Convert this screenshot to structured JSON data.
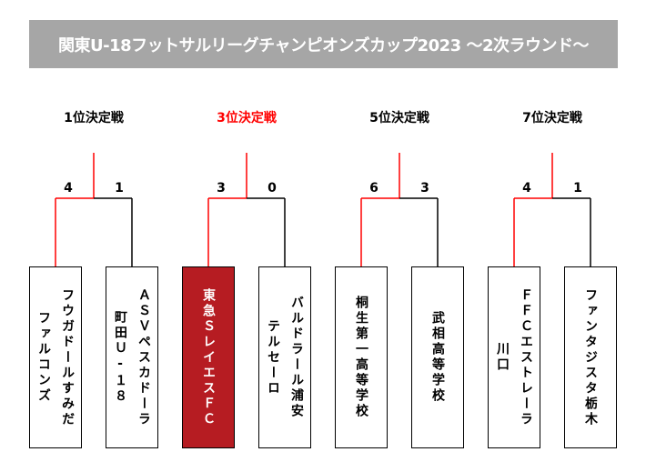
{
  "title": "関東U-18フットサルリーグチャンピオンズカップ2023 ～2次ラウンド～",
  "colors": {
    "winner_line": "#ff0000",
    "winner_box": "#b61c22",
    "title_bg": "#a6a6a6"
  },
  "matches": [
    {
      "heading": "1位決定戦",
      "highlight": false,
      "scores": [
        "4",
        "1"
      ],
      "winner": 0,
      "teams": [
        "フウガドールすみだ\nファルコンズ",
        "ＡＳＶペスカドーラ\n町田Ｕ-１８"
      ],
      "highlight_team": -1
    },
    {
      "heading": "3位決定戦",
      "highlight": true,
      "scores": [
        "3",
        "0"
      ],
      "winner": 0,
      "teams": [
        "東急ＳレイエスＦＣ",
        "バルドラール浦安\nテルセーロ"
      ],
      "highlight_team": 0
    },
    {
      "heading": "5位決定戦",
      "highlight": false,
      "scores": [
        "6",
        "3"
      ],
      "winner": 0,
      "teams": [
        "桐生第一高等学校",
        "武相高等学校"
      ],
      "highlight_team": -1
    },
    {
      "heading": "7位決定戦",
      "highlight": false,
      "scores": [
        "4",
        "1"
      ],
      "winner": 0,
      "teams": [
        "ＦＦＣエストレーラ\n川口",
        "ファンタジスタ栃木"
      ],
      "highlight_team": -1
    }
  ]
}
